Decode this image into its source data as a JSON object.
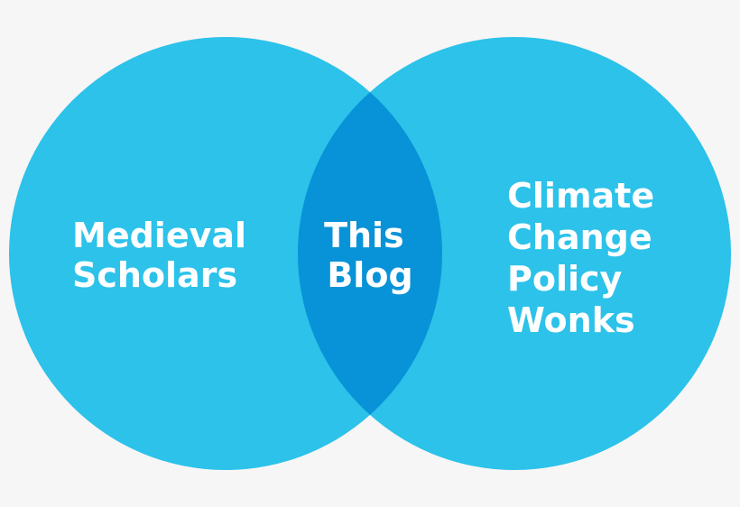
{
  "diagram": {
    "type": "venn",
    "left_set": {
      "lines": [
        "Medieval",
        "Scholars"
      ],
      "color": "#2cc2ea"
    },
    "right_set": {
      "lines": [
        "Climate",
        "Change",
        "Policy",
        "Wonks"
      ],
      "color": "#2cc2ea"
    },
    "intersection": {
      "lines": [
        "This",
        "Blog"
      ],
      "color": "#0893d8"
    },
    "text_color": "#ffffff",
    "background": "#f6f6f6"
  }
}
